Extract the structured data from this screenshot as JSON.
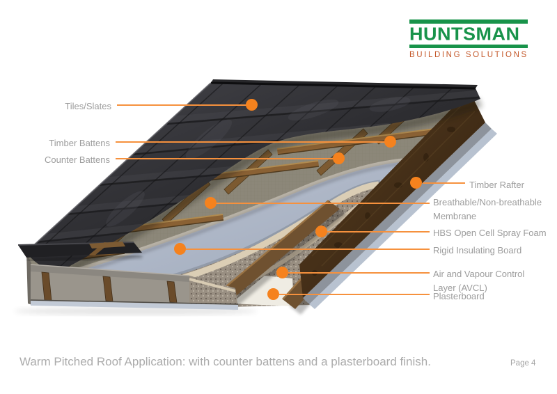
{
  "logo": {
    "name": "HUNTSMAN",
    "tagline": "BUILDING SOLUTIONS",
    "brand_green": "#18934A",
    "brand_rust": "#C4582A"
  },
  "diagram": {
    "description": "3D cutaway of a warm pitched roof build-up",
    "accent_orange": "#F5821E",
    "leader_line_orange": "#F6913D",
    "label_gray": "#9C9C9C"
  },
  "callouts": {
    "left": [
      {
        "label": "Tiles/Slates"
      },
      {
        "label": "Timber Battens"
      },
      {
        "label": "Counter Battens"
      }
    ],
    "right": [
      {
        "label": "Timber Rafter"
      },
      {
        "label": "Breathable/Non-breathable Membrane"
      },
      {
        "label": "HBS Open Cell Spray Foam"
      },
      {
        "label": "Rigid Insulating Board"
      },
      {
        "label": "Air and Vapour Control Layer (AVCL)"
      },
      {
        "label": "Plasterboard"
      }
    ]
  },
  "caption": {
    "text": "Warm Pitched Roof Application: with counter battens and a plasterboard finish.",
    "page": "Page 4"
  }
}
